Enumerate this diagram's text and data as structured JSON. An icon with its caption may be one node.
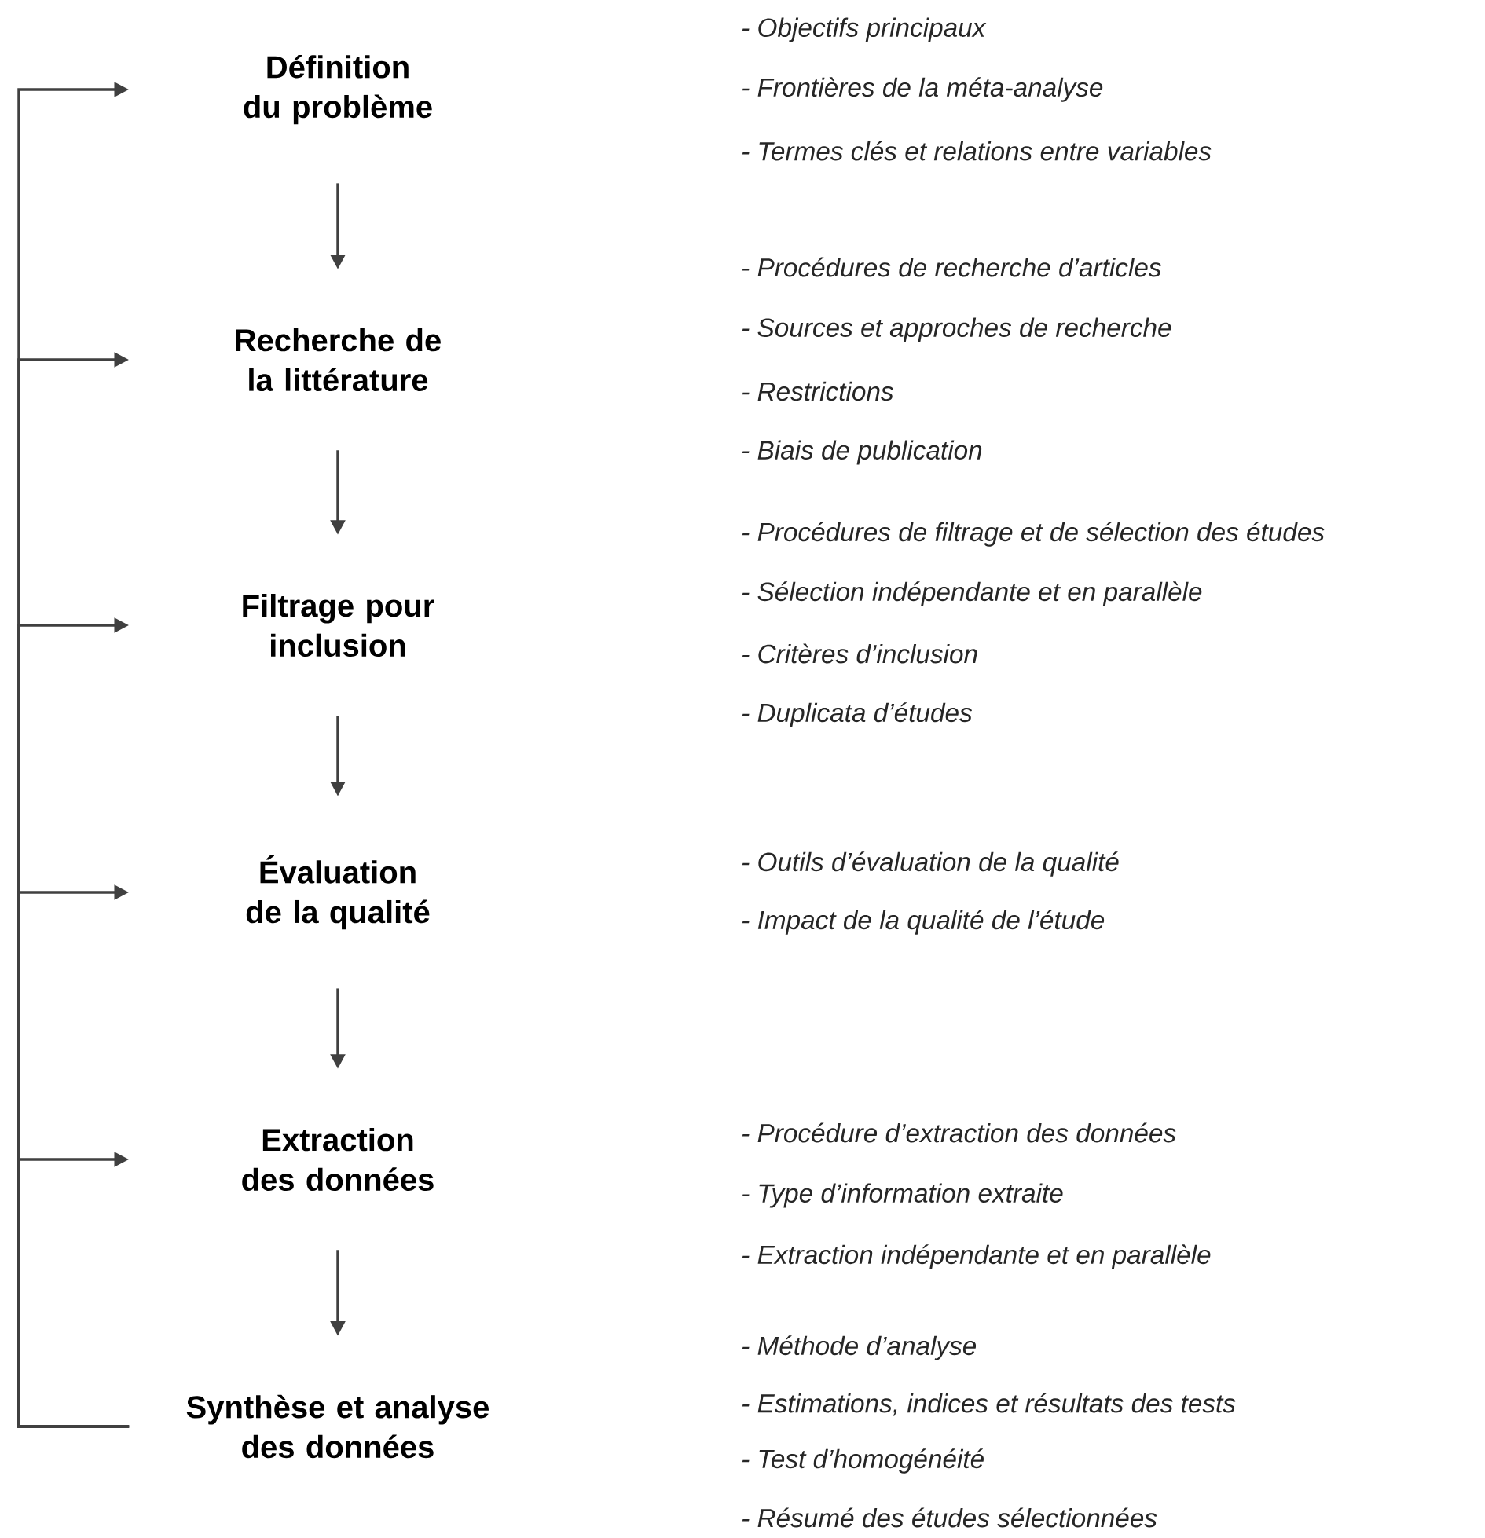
{
  "diagram": {
    "nodes": [
      {
        "text": [
          "Définition du problème"
        ],
        "beside": [
          "- Objectifs principaux",
          "- Frontières de la méta-analyse",
          "- Termes clés et relations entre variables"
        ]
      },
      {
        "text": [
          "Recherche de la littérature"
        ],
        "beside": [
          "- Procédures de recherche d’articles",
          "- Sources et approches de recherche",
          "- Restrictions",
          "- Biais de publication"
        ]
      },
      {
        "text": [
          "Filtrage pour inclusion"
        ],
        "beside": [
          "- Procédures de filtrage et de sélection des études",
          "- Sélection indépendante et en parallèle",
          "- Critères d’inclusion",
          "- Duplicata d’études"
        ]
      },
      {
        "text": [
          "Évaluation de la qualité"
        ],
        "beside": [
          "- Outils d’évaluation de la qualité",
          "- Impact de la qualité de l’étude"
        ]
      },
      {
        "text": [
          "Extraction des données"
        ],
        "beside": [
          "- Procédure d’extraction des données",
          "- Type d’information extraite",
          "- Extraction indépendante et en parallèle"
        ]
      },
      {
        "text": [
          "Synthèse et analyse des données"
        ],
        "beside": [
          "- Méthode d’analyse",
          "- Estimations, indices et résultats des tests",
          "- Test d’homogénéité",
          "- Résumé des études sélectionnées"
        ]
      }
    ],
    "edges": [
      {
        "from": 0,
        "to": 1,
        "arrow": "to"
      },
      {
        "from": 1,
        "to": 2,
        "arrow": "to"
      },
      {
        "from": 2,
        "to": 3,
        "arrow": "to"
      },
      {
        "from": 3,
        "to": 4,
        "arrow": "to"
      },
      {
        "from": 4,
        "to": 5,
        "arrow": "to"
      },
      {
        "from": 5,
        "to": 0,
        "arrow": "to"
      },
      {
        "from": 5,
        "to": 1,
        "arrow": "to"
      },
      {
        "from": 5,
        "to": 2,
        "arrow": "to"
      },
      {
        "from": 5,
        "to": 3,
        "arrow": "to"
      },
      {
        "from": 5,
        "to": 4,
        "arrow": "to"
      }
    ]
  }
}
